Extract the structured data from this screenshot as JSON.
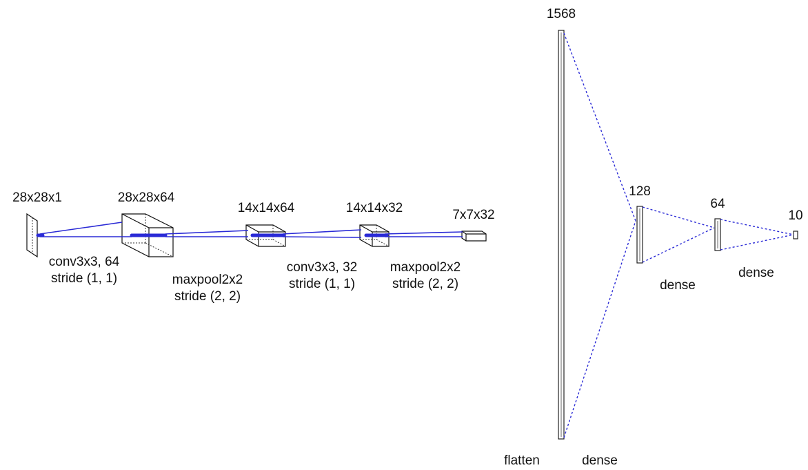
{
  "diagram": {
    "accent_color": "#2a2ad6",
    "layers": [
      {
        "id": "input",
        "shape": "28x28x1"
      },
      {
        "id": "conv1",
        "shape": "28x28x64"
      },
      {
        "id": "pool1",
        "shape": "14x14x64"
      },
      {
        "id": "conv2",
        "shape": "14x14x32"
      },
      {
        "id": "pool2",
        "shape": "7x7x32"
      },
      {
        "id": "flatten",
        "shape": "1568"
      },
      {
        "id": "dense1",
        "shape": "128"
      },
      {
        "id": "dense2",
        "shape": "64"
      },
      {
        "id": "output",
        "shape": "10"
      }
    ],
    "operations": [
      {
        "line1": "conv3x3, 64",
        "line2": "stride (1, 1)"
      },
      {
        "line1": "maxpool2x2",
        "line2": "stride (2, 2)"
      },
      {
        "line1": "conv3x3, 32",
        "line2": "stride (1, 1)"
      },
      {
        "line1": "maxpool2x2",
        "line2": "stride (2, 2)"
      },
      {
        "line1": "flatten"
      },
      {
        "line1": "dense"
      },
      {
        "line1": "dense"
      },
      {
        "line1": "dense"
      }
    ]
  }
}
